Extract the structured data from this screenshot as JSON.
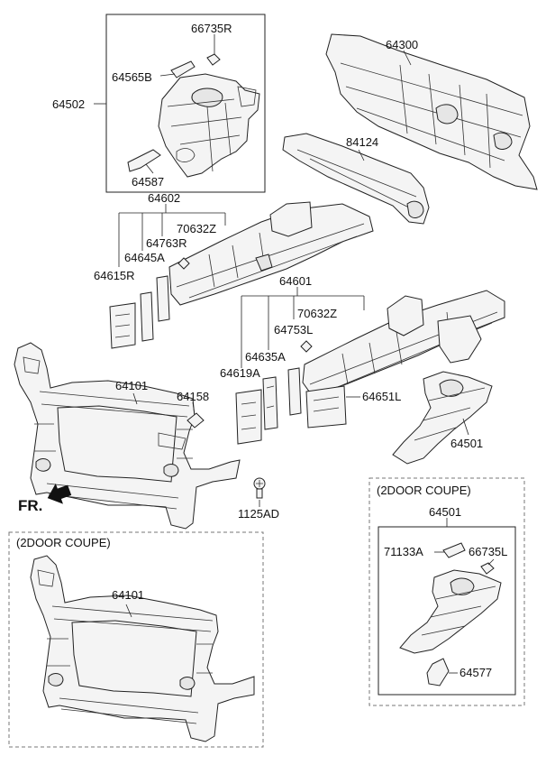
{
  "labels": {
    "p66735R": "66735R",
    "p64565B": "64565B",
    "p64502": "64502",
    "p64587": "64587",
    "p64300": "64300",
    "p84124": "84124",
    "p64602": "64602",
    "p70632Z_a": "70632Z",
    "p64763R": "64763R",
    "p64645A": "64645A",
    "p64615R": "64615R",
    "p64601": "64601",
    "p70632Z_b": "70632Z",
    "p64753L": "64753L",
    "p64635A": "64635A",
    "p64619A": "64619A",
    "p64651L": "64651L",
    "p64101_a": "64101",
    "p64158": "64158",
    "p64501_a": "64501",
    "p1125AD": "1125AD",
    "fr": "FR.",
    "coupe_left": "(2DOOR COUPE)",
    "p64101_b": "64101",
    "coupe_right": "(2DOOR COUPE)",
    "p64501_b": "64501",
    "p71133A": "71133A",
    "p66735L": "66735L",
    "p64577": "64577"
  },
  "colors": {
    "line": "#222222",
    "fill": "#f4f4f4",
    "dashed_box": "#777777"
  }
}
